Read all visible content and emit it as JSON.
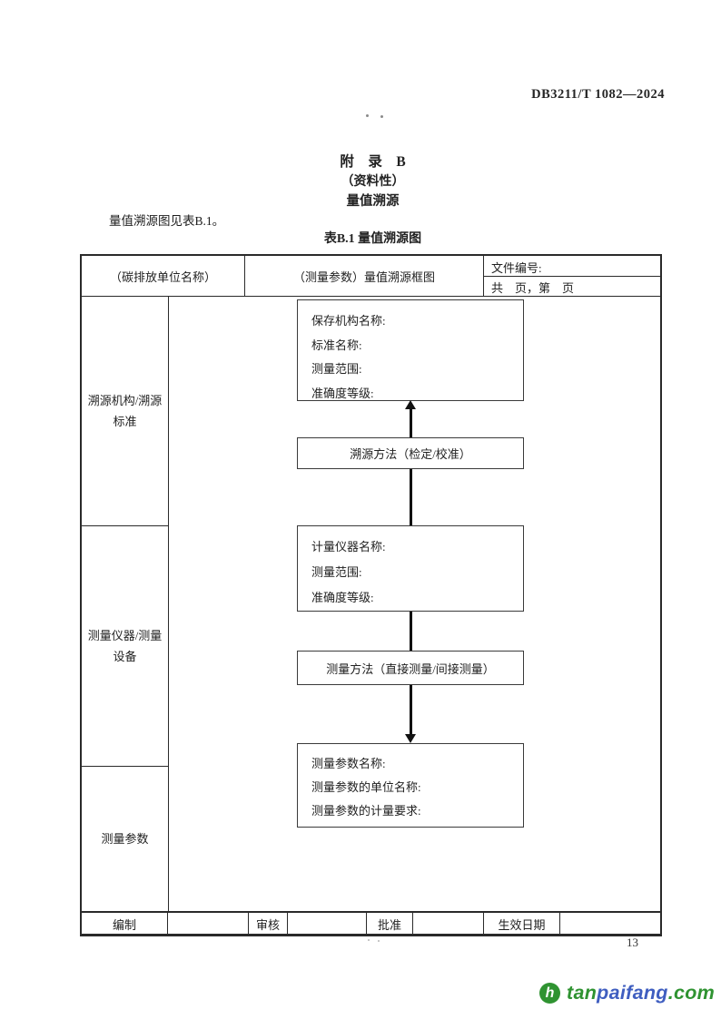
{
  "page": {
    "standard_number": "DB3211/T 1082—2024",
    "page_number": "13"
  },
  "appendix": {
    "title": "附　录　B",
    "subtitle": "（资料性）",
    "heading": "量值溯源",
    "intro": "量值溯源图见表B.1。",
    "table_caption": "表B.1 量值溯源图"
  },
  "table": {
    "header": {
      "org_name": "（碳排放单位名称）",
      "diagram_title": "（测量参数）量值溯源框图",
      "doc_number_label": "文件编号:",
      "pages_label": "共　页，第　页"
    },
    "row_labels": [
      {
        "label": "溯源机构/溯源标准"
      },
      {
        "label": "测量仪器/测量设备"
      },
      {
        "label": "测量参数"
      }
    ],
    "flow": {
      "box1": {
        "lines": [
          "保存机构名称:",
          "标准名称:",
          "测量范围:",
          "准确度等级:"
        ]
      },
      "box2": {
        "label": "溯源方法（检定/校准）"
      },
      "box3": {
        "lines": [
          "计量仪器名称:",
          "测量范围:",
          "准确度等级:"
        ]
      },
      "box4": {
        "label": "测量方法（直接测量/间接测量）"
      },
      "box5": {
        "lines": [
          "测量参数名称:",
          "测量参数的单位名称:",
          "测量参数的计量要求:"
        ]
      }
    },
    "footer_row": {
      "prepared_label": "编制",
      "reviewed_label": "审核",
      "approved_label": "批准",
      "effective_date_label": "生效日期"
    }
  },
  "footer": {
    "logo": {
      "icon": "leaf-h-icon",
      "icon_glyph": "h",
      "text_tan": "tan",
      "text_paifang": "paifang",
      "text_com": ".com",
      "green_color": "#2f9331",
      "blue_color": "#3f5ec0"
    }
  }
}
